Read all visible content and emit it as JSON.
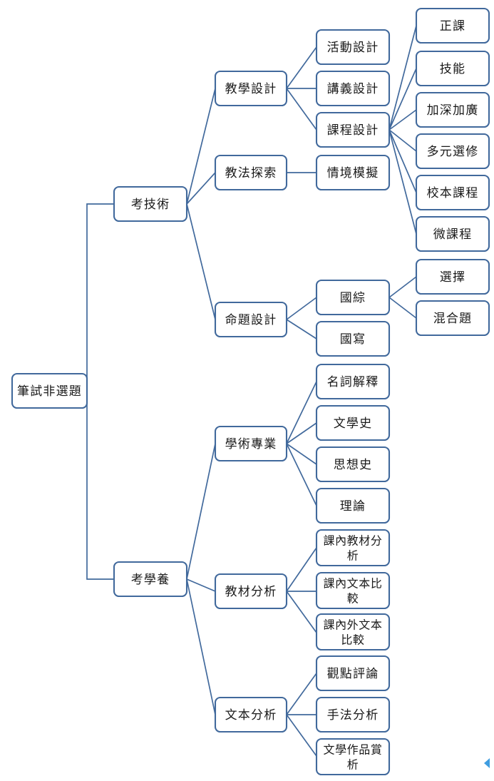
{
  "diagram": {
    "type": "mind-map",
    "title": "筆試非選題",
    "accent_color": "#41699C",
    "background_color": "#ffffff",
    "node_fill": "#ffffff",
    "cursor_color": "#3f9de0",
    "nodes": {
      "root": "筆試非選題",
      "l2_a": "考技術",
      "l2_b": "考學養",
      "l3_a1": "教學設計",
      "l3_a2": "教法探索",
      "l3_a3": "命題設計",
      "l3_b1": "學術專業",
      "l3_b2": "教材分析",
      "l3_b3": "文本分析",
      "l4_a1_1": "活動設計",
      "l4_a1_2": "講義設計",
      "l4_a1_3": "課程設計",
      "l4_a2_1": "情境模擬",
      "l4_a3_1": "國綜",
      "l4_a3_2": "國寫",
      "l4_b1_1": "名詞解釋",
      "l4_b1_2": "文學史",
      "l4_b1_3": "思想史",
      "l4_b1_4": "理論",
      "l4_b2_1_line1": "課內教材分",
      "l4_b2_1_line2": "析",
      "l4_b2_2_line1": "課內文本比",
      "l4_b2_2_line2": "較",
      "l4_b2_3_line1": "課內外文本",
      "l4_b2_3_line2": "比較",
      "l4_b3_1": "觀點評論",
      "l4_b3_2": "手法分析",
      "l4_b3_3_line1": "文學作品賞",
      "l4_b3_3_line2": "析",
      "l5_1": "正課",
      "l5_2": "技能",
      "l5_3": "加深加廣",
      "l5_4": "多元選修",
      "l5_5": "校本課程",
      "l5_6": "微課程",
      "l5_7": "選擇",
      "l5_8": "混合題"
    },
    "hierarchy": {
      "筆試非選題": [
        "考技術",
        "考學養"
      ],
      "考技術": [
        "教學設計",
        "教法探索",
        "命題設計"
      ],
      "考學養": [
        "學術專業",
        "教材分析",
        "文本分析"
      ],
      "教學設計": [
        "活動設計",
        "講義設計",
        "課程設計"
      ],
      "教法探索": [
        "情境模擬"
      ],
      "命題設計": [
        "國綜",
        "國寫"
      ],
      "課程設計": [
        "正課",
        "技能",
        "加深加廣",
        "多元選修",
        "校本課程",
        "微課程"
      ],
      "國綜": [
        "選擇",
        "混合題"
      ],
      "學術專業": [
        "名詞解釋",
        "文學史",
        "思想史",
        "理論"
      ],
      "教材分析": [
        "課內教材分析",
        "課內文本比較",
        "課內外文本比較"
      ],
      "文本分析": [
        "觀點評論",
        "手法分析",
        "文學作品賞析"
      ]
    }
  }
}
